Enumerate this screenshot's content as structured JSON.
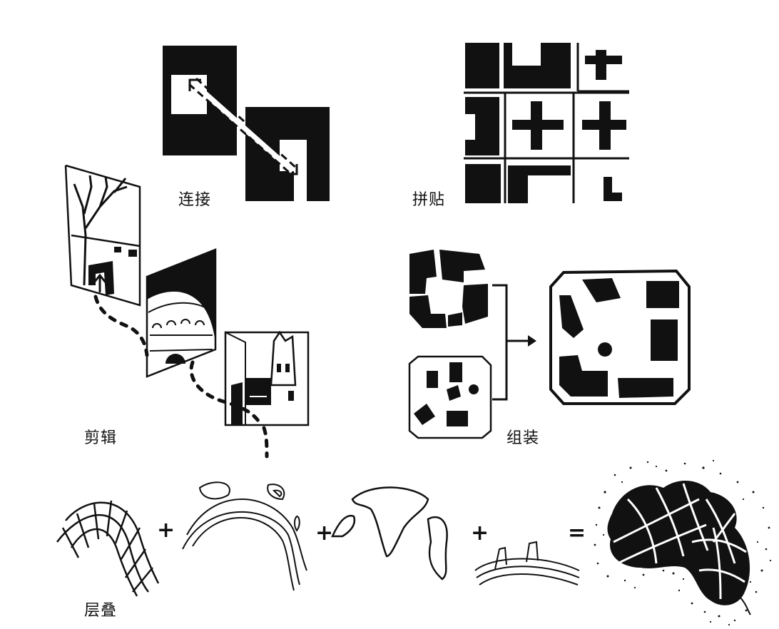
{
  "labels": {
    "connect": "连接",
    "collage": "拼贴",
    "montage": "剪辑",
    "assemble": "组装",
    "overlay": "层叠"
  },
  "operators": {
    "plus1": "+",
    "plus2": "+",
    "plus3": "+",
    "equals": "="
  },
  "colors": {
    "ink": "#111111",
    "paper": "#ffffff"
  }
}
